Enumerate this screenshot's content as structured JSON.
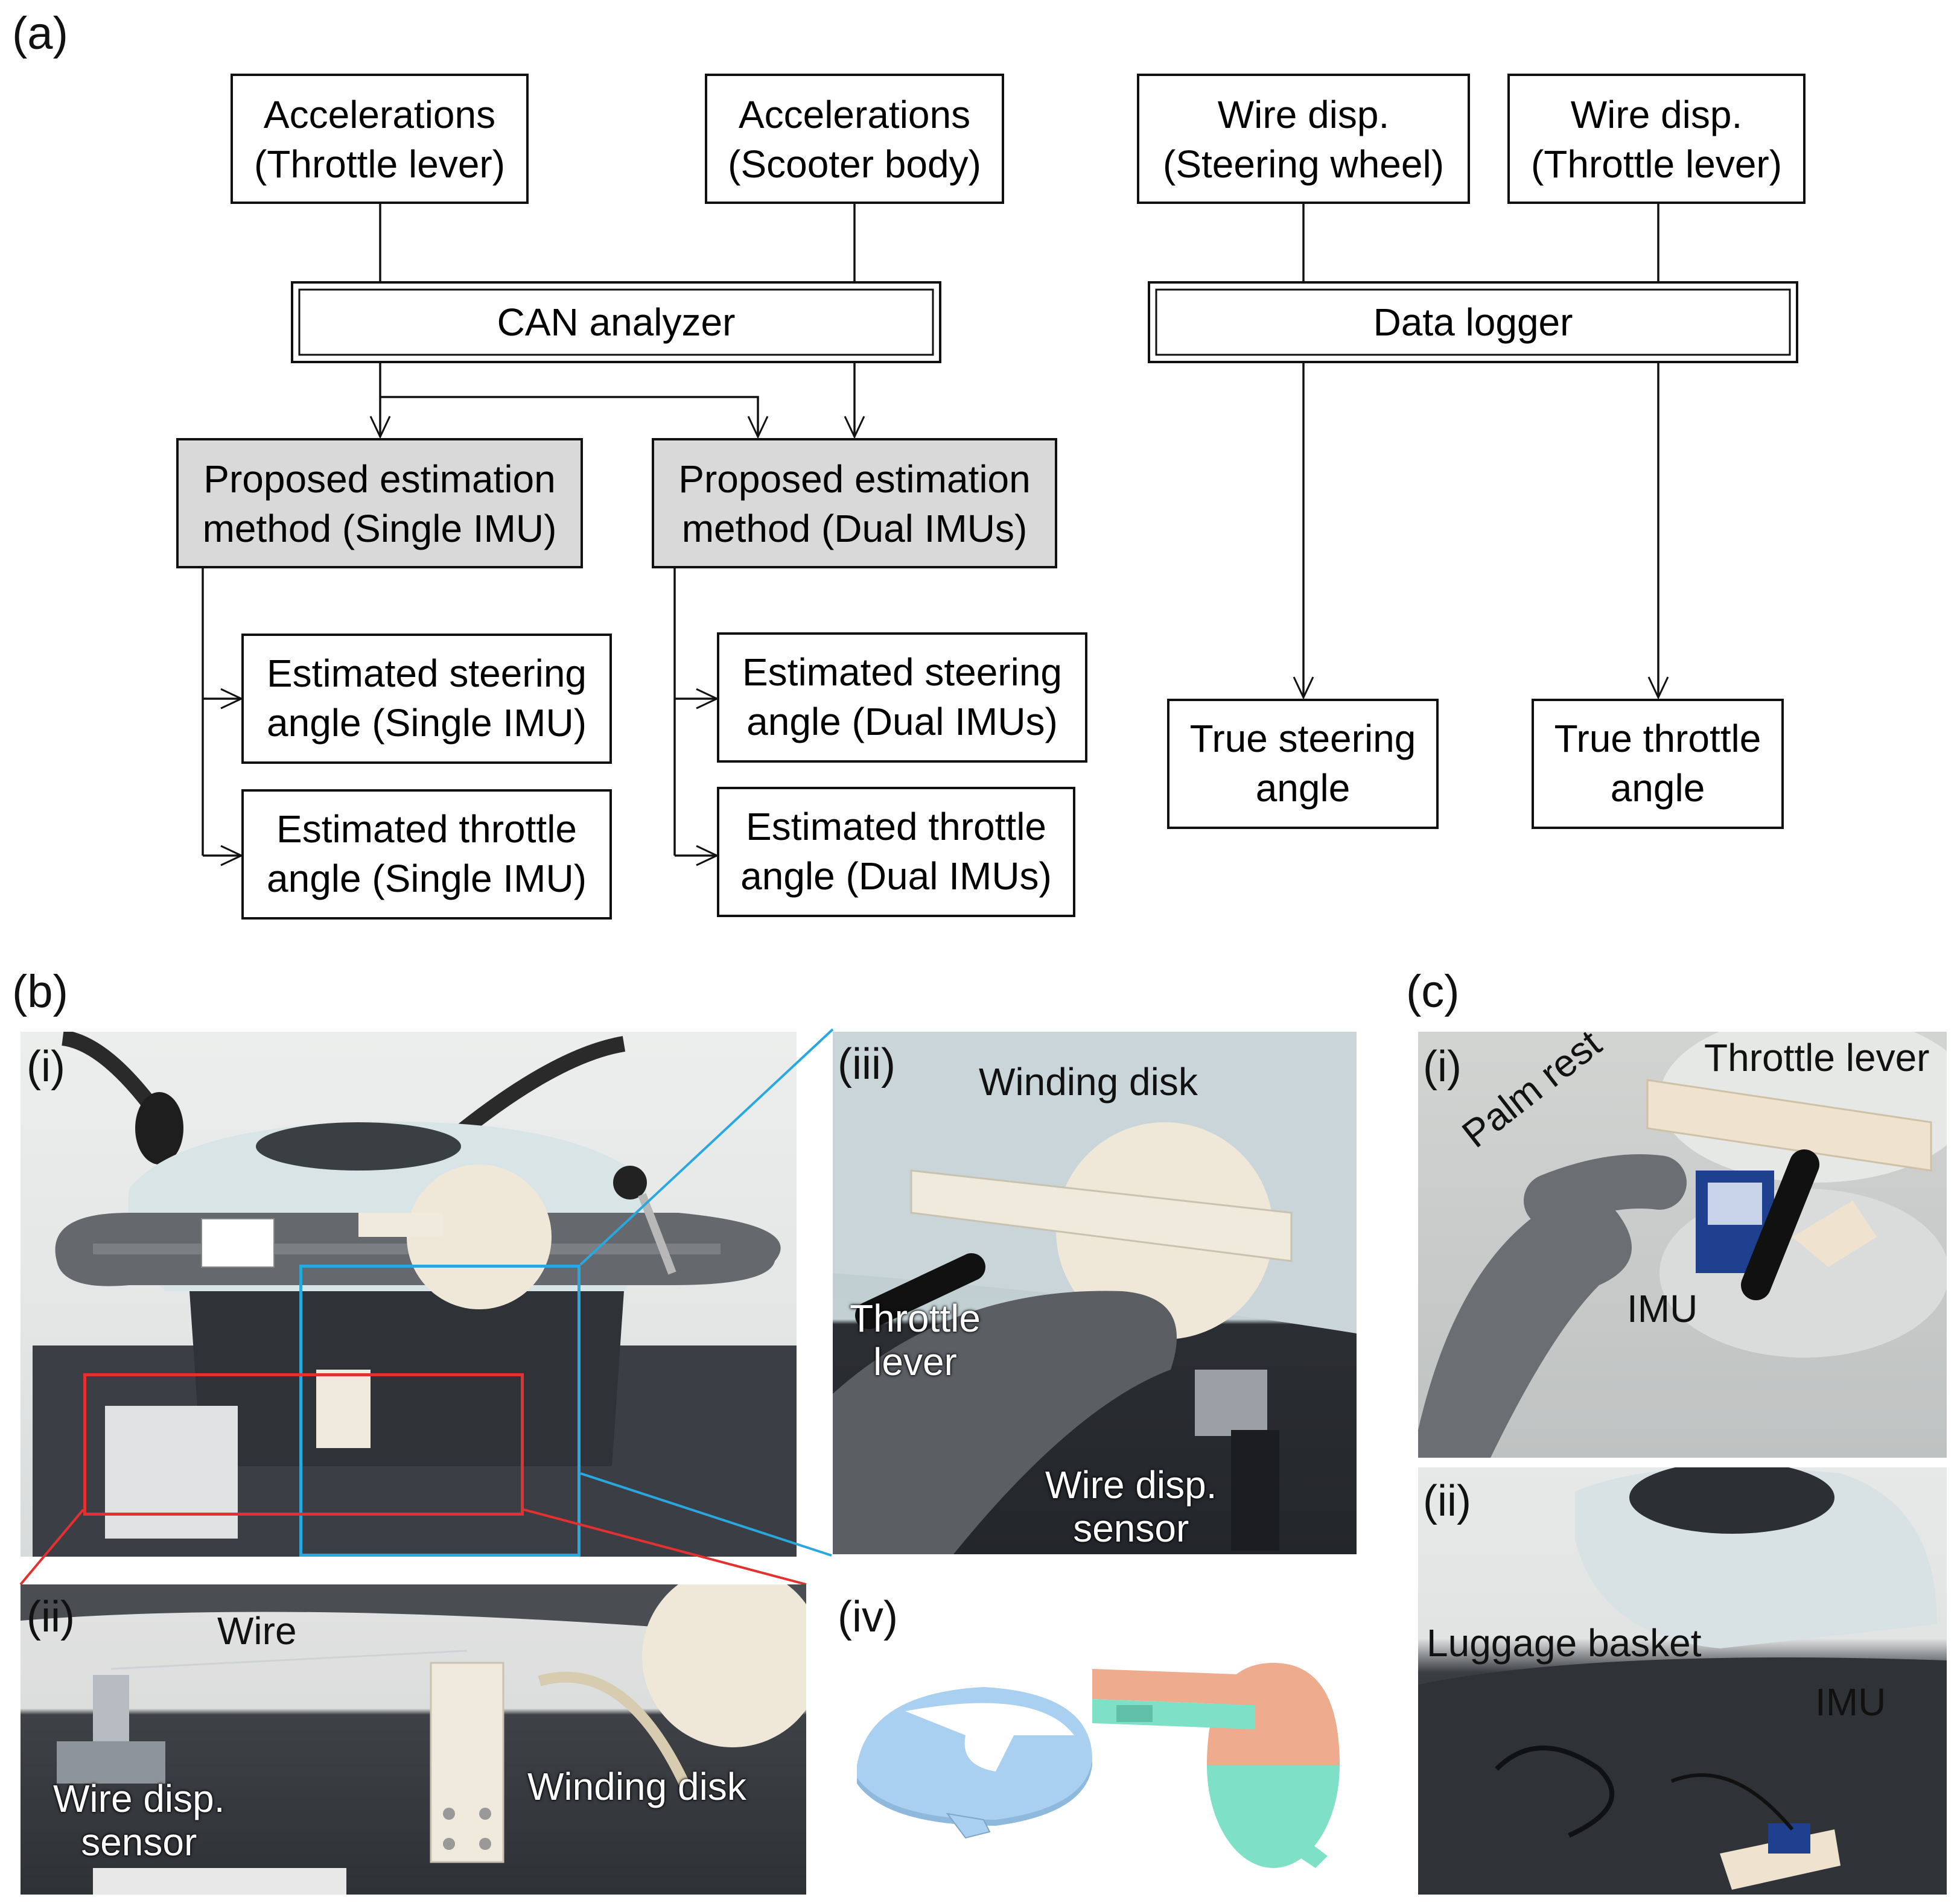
{
  "panel_a": {
    "label": "(a)",
    "nodes": {
      "acc_throttle": [
        "Accelerations",
        "(Throttle lever)"
      ],
      "acc_body": [
        "Accelerations",
        "(Scooter body)"
      ],
      "wire_steer": [
        "Wire disp.",
        "(Steering wheel)"
      ],
      "wire_throttle": [
        "Wire disp.",
        "(Throttle lever)"
      ],
      "can": [
        "CAN analyzer"
      ],
      "logger": [
        "Data logger"
      ],
      "prop_single": [
        "Proposed estimation",
        "method (Single IMU)"
      ],
      "prop_dual": [
        "Proposed estimation",
        "method (Dual IMUs)"
      ],
      "est_steer_single": [
        "Estimated steering",
        "angle (Single IMU)"
      ],
      "est_throttle_single": [
        "Estimated throttle",
        "angle (Single IMU)"
      ],
      "est_steer_dual": [
        "Estimated steering",
        "angle (Dual IMUs)"
      ],
      "est_throttle_dual": [
        "Estimated throttle",
        "angle (Dual IMUs)"
      ],
      "true_steer": [
        "True steering",
        "angle"
      ],
      "true_throttle": [
        "True throttle",
        "angle"
      ]
    },
    "colors": {
      "proposed_fill": "#d9d9d9",
      "box_fill": "#ffffff",
      "stroke": "#111111"
    }
  },
  "panel_b": {
    "label": "(b)",
    "i": {
      "label": "(i)"
    },
    "ii": {
      "label": "(ii)",
      "wire": "Wire",
      "sensor": [
        "Wire disp.",
        "sensor"
      ],
      "disk": "Winding disk"
    },
    "iii": {
      "label": "(iii)",
      "disk": "Winding disk",
      "lever": [
        "Throttle",
        "lever"
      ],
      "sensor": [
        "Wire disp.",
        "sensor"
      ]
    },
    "iv": {
      "label": "(iv)"
    },
    "colors": {
      "red_frame": "#e53030",
      "blue_frame": "#29a8e0",
      "part_blue": "#a9d0f0",
      "part_orange": "#eeab8e",
      "part_teal": "#7fe0c8"
    }
  },
  "panel_c": {
    "label": "(c)",
    "i": {
      "label": "(i)",
      "throttle": "Throttle lever",
      "palm": "Palm rest",
      "imu": "IMU"
    },
    "ii": {
      "label": "(ii)",
      "basket": "Luggage basket",
      "imu": "IMU"
    }
  }
}
